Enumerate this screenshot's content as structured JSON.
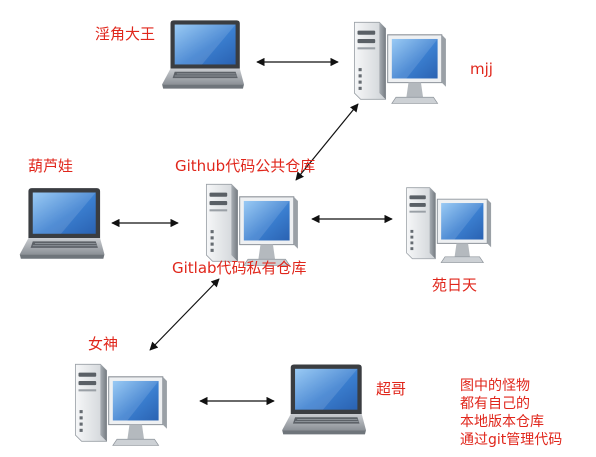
{
  "nodes": {
    "laptop_top": {
      "label": "淫角大王"
    },
    "desktop_mjj": {
      "label": "mjj"
    },
    "laptop_left": {
      "label": "葫芦娃"
    },
    "server_central": {
      "label_top": "Github代码公共仓库",
      "label_bottom": "Gitlab代码私有仓库"
    },
    "desktop_right": {
      "label": "苑日天"
    },
    "desktop_bottom": {
      "label": "女神"
    },
    "laptop_bottom": {
      "label": "超哥"
    }
  },
  "note": {
    "lines": [
      "图中的怪物",
      "都有自己的",
      "本地版本仓库",
      "通过git管理代码"
    ]
  },
  "colors": {
    "label_text": "#e0261b",
    "arrow": "#111111",
    "screen_blue": "#3b7fd0",
    "case_light": "#eceef0",
    "case_dark": "#8f959b"
  },
  "icons": [
    "laptop-icon",
    "desktop-computer-icon",
    "server-computer-icon",
    "double-arrow-icon"
  ]
}
